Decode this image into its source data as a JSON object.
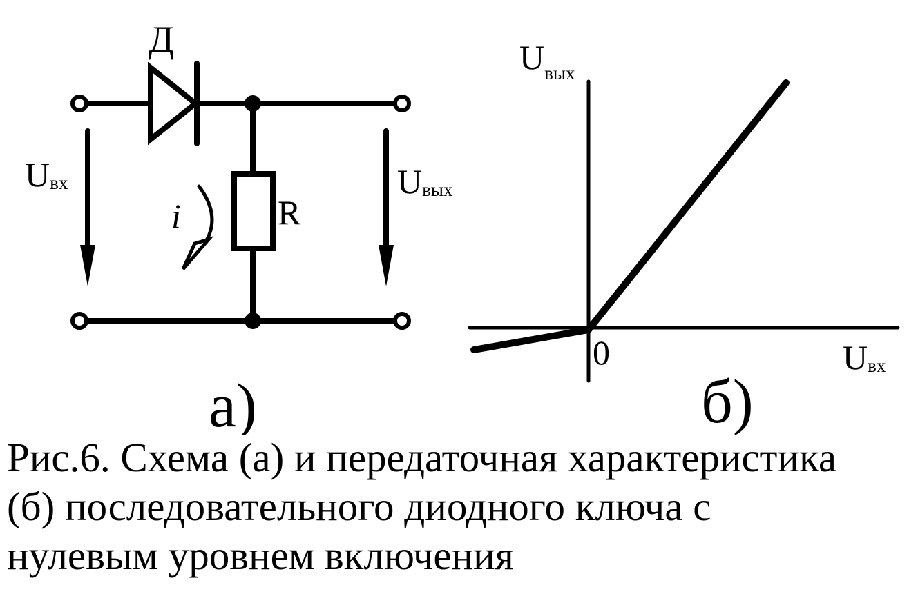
{
  "circuit": {
    "diode_label": "Д",
    "input_voltage": {
      "main": "U",
      "sub": "вх"
    },
    "output_voltage": {
      "main": "U",
      "sub": "вых"
    },
    "current_label": "i",
    "resistor_label": "R",
    "panel_label": "а)"
  },
  "characteristic": {
    "y_axis": {
      "main": "U",
      "sub": "вых"
    },
    "x_axis": {
      "main": "U",
      "sub": "вх"
    },
    "origin_label": "0",
    "panel_label": "б)"
  },
  "caption": {
    "lines": [
      "Рис.6. Схема (а) и передаточная характеристика",
      "(б) последовательного диодного ключа с",
      "нулевым уровнем включения"
    ]
  }
}
